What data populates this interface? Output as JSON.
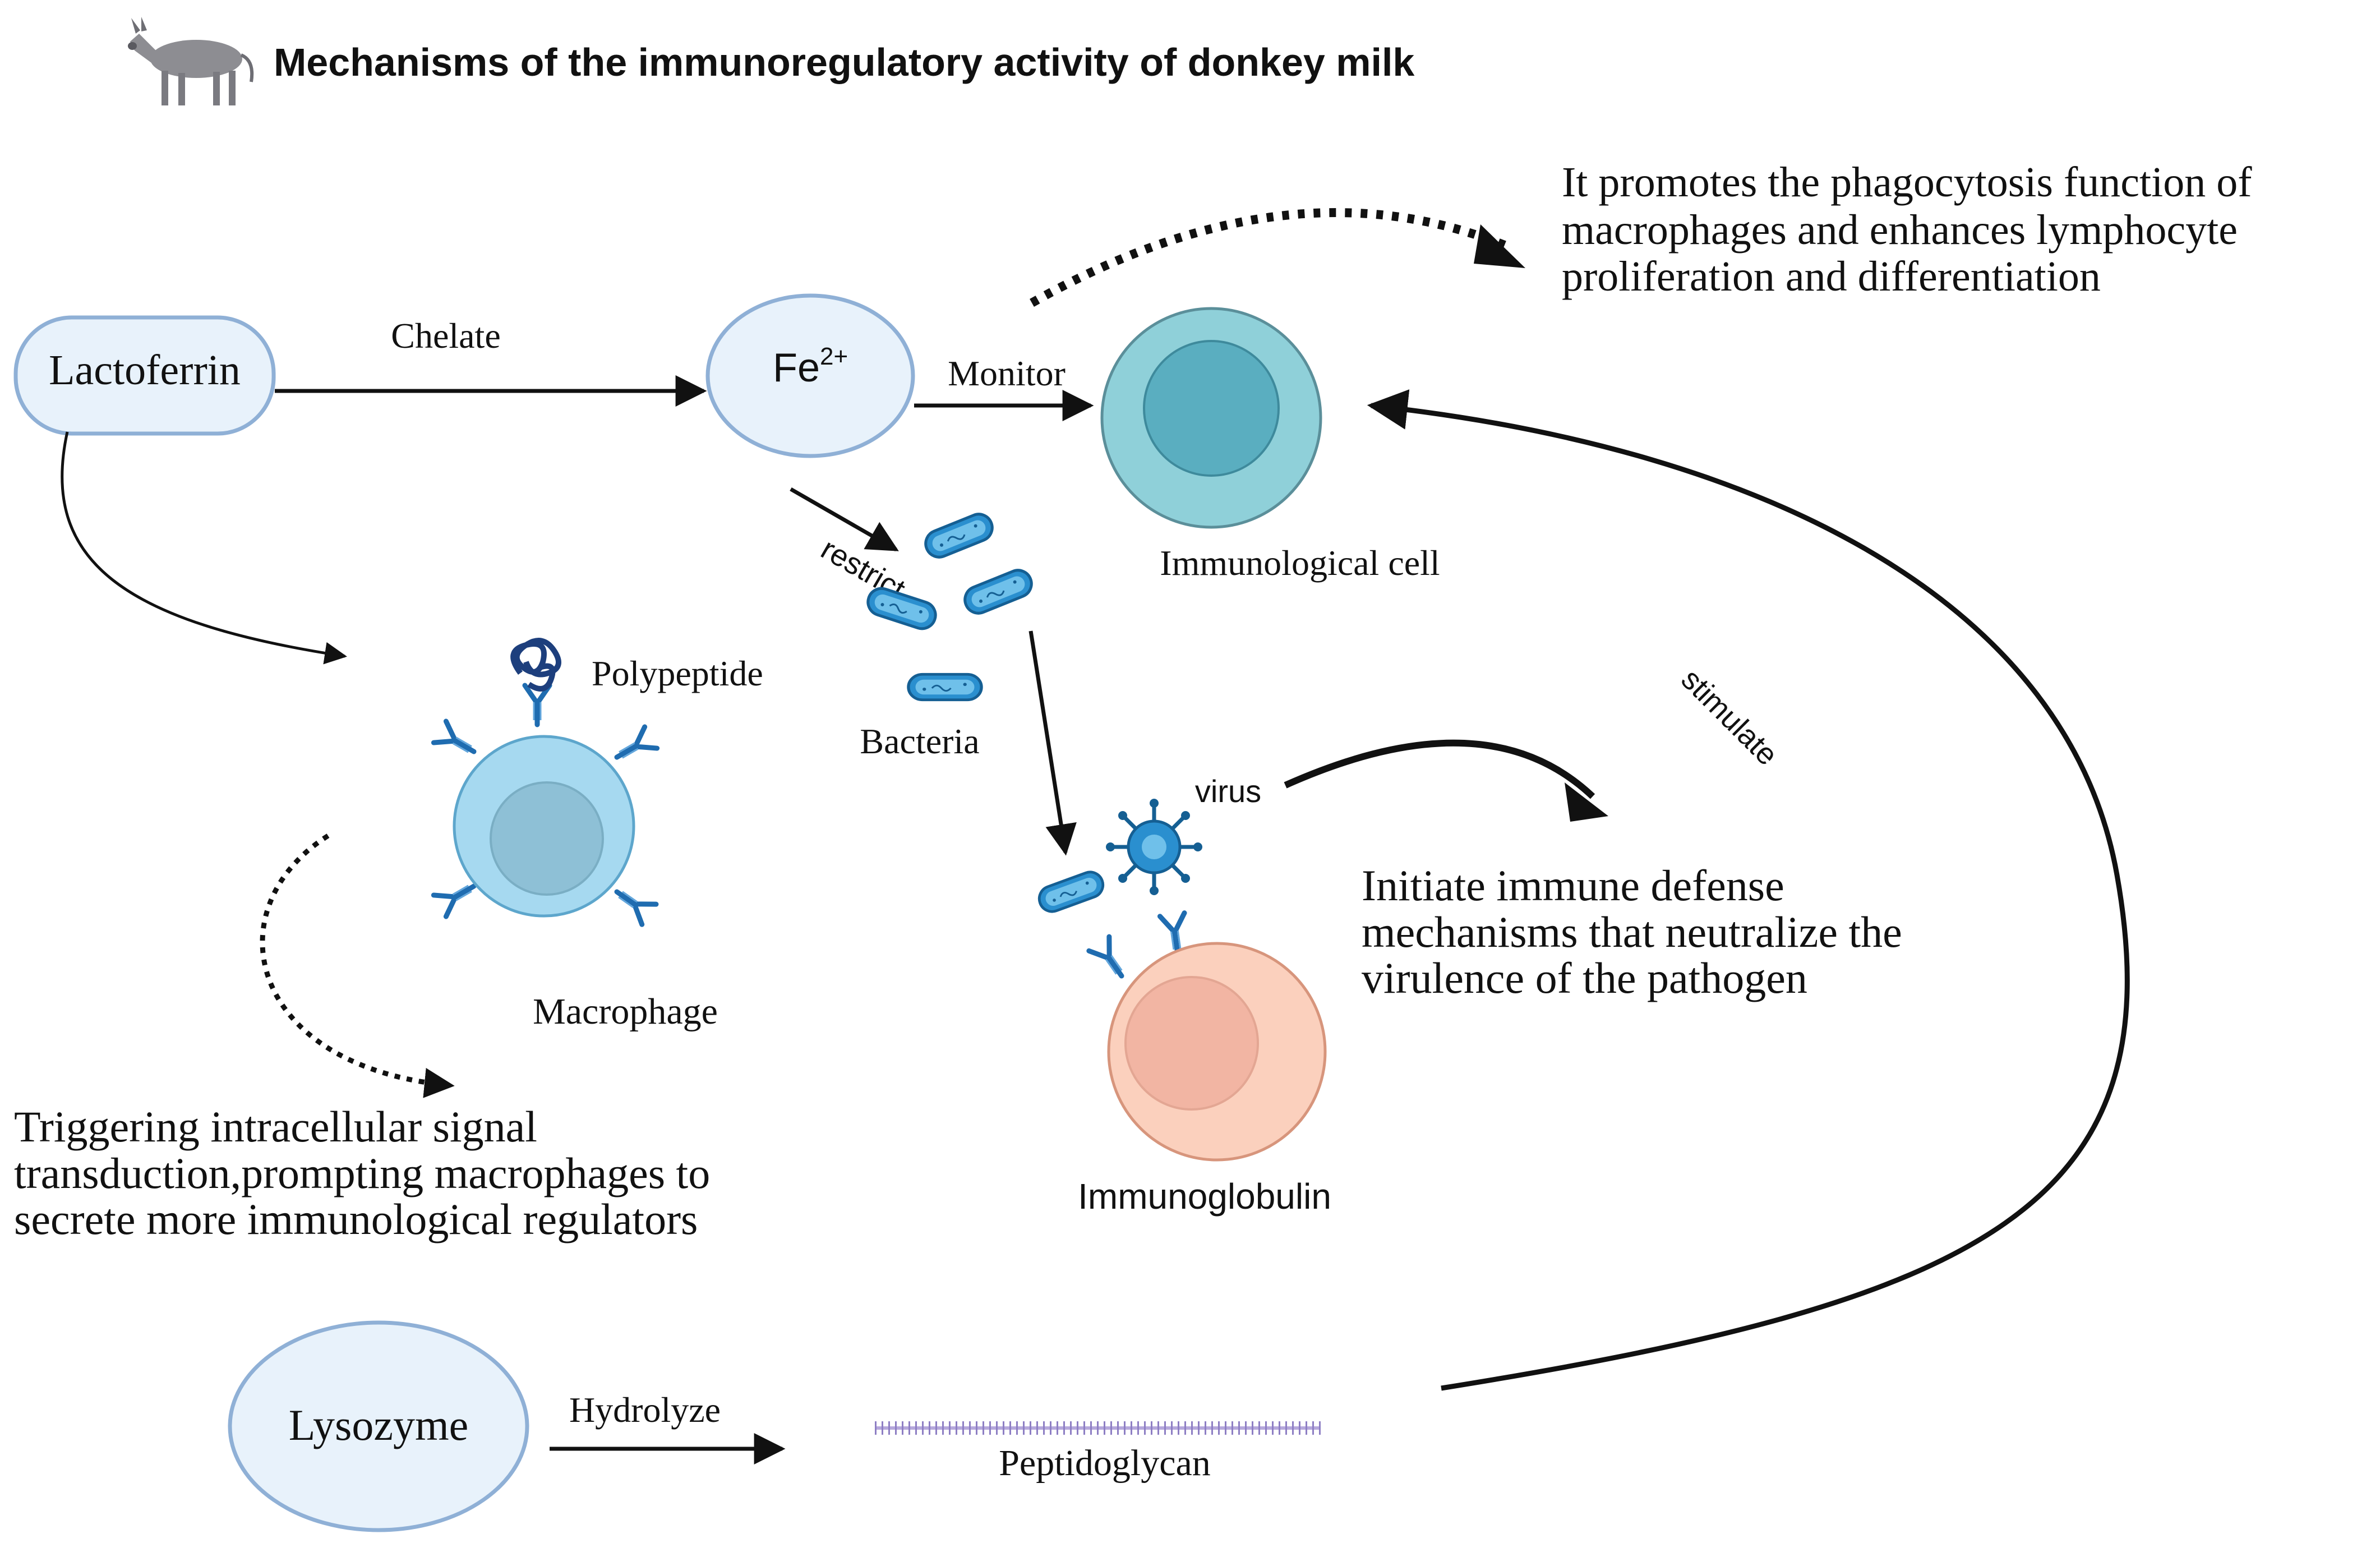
{
  "title": "Mechanisms of the immunoregulatory activity of donkey milk",
  "nodes": {
    "lactoferrin": "Lactoferrin",
    "iron_base": "Fe",
    "iron_charge": "2+",
    "lysozyme": "Lysozyme",
    "immunological_cell": "Immunological cell",
    "macrophage": "Macrophage",
    "polypeptide": "Polypeptide",
    "bacteria": "Bacteria",
    "immunoglobulin": "Immunoglobulin",
    "peptidoglycan": "Peptidoglycan",
    "virus": "virus"
  },
  "edges": {
    "chelate": "Chelate",
    "monitor": "Monitor",
    "restrict": "restrict",
    "hydrolyze": "Hydrolyze",
    "stimulate": "stimulate"
  },
  "effects": {
    "phagocytosis": [
      "It promotes the phagocytosis function of",
      "macrophages and enhances lymphocyte",
      "proliferation and differentiation"
    ],
    "immune_defense": [
      "Initiate immune defense",
      "mechanisms that neutralize the",
      "virulence of the pathogen"
    ],
    "signal_transduction": [
      "Triggering intracellular signal",
      "transduction,prompting macrophages to",
      "secrete more immunological regulators"
    ]
  },
  "colors": {
    "oval_fill": "#e8f2fb",
    "oval_stroke": "#8fb0d6",
    "immune_cell_outer": "#8fd0d9",
    "immune_cell_inner": "#5aaec0",
    "macrophage_outer": "#a6d9f0",
    "macrophage_inner": "#8ec0d6",
    "ig_cell_outer": "#fbd0bd",
    "ig_cell_inner": "#f2b5a3",
    "antibody": "#1f6cb0",
    "bacteria": "#2a8fcf",
    "peptidoglycan": "#b6a8dc"
  }
}
